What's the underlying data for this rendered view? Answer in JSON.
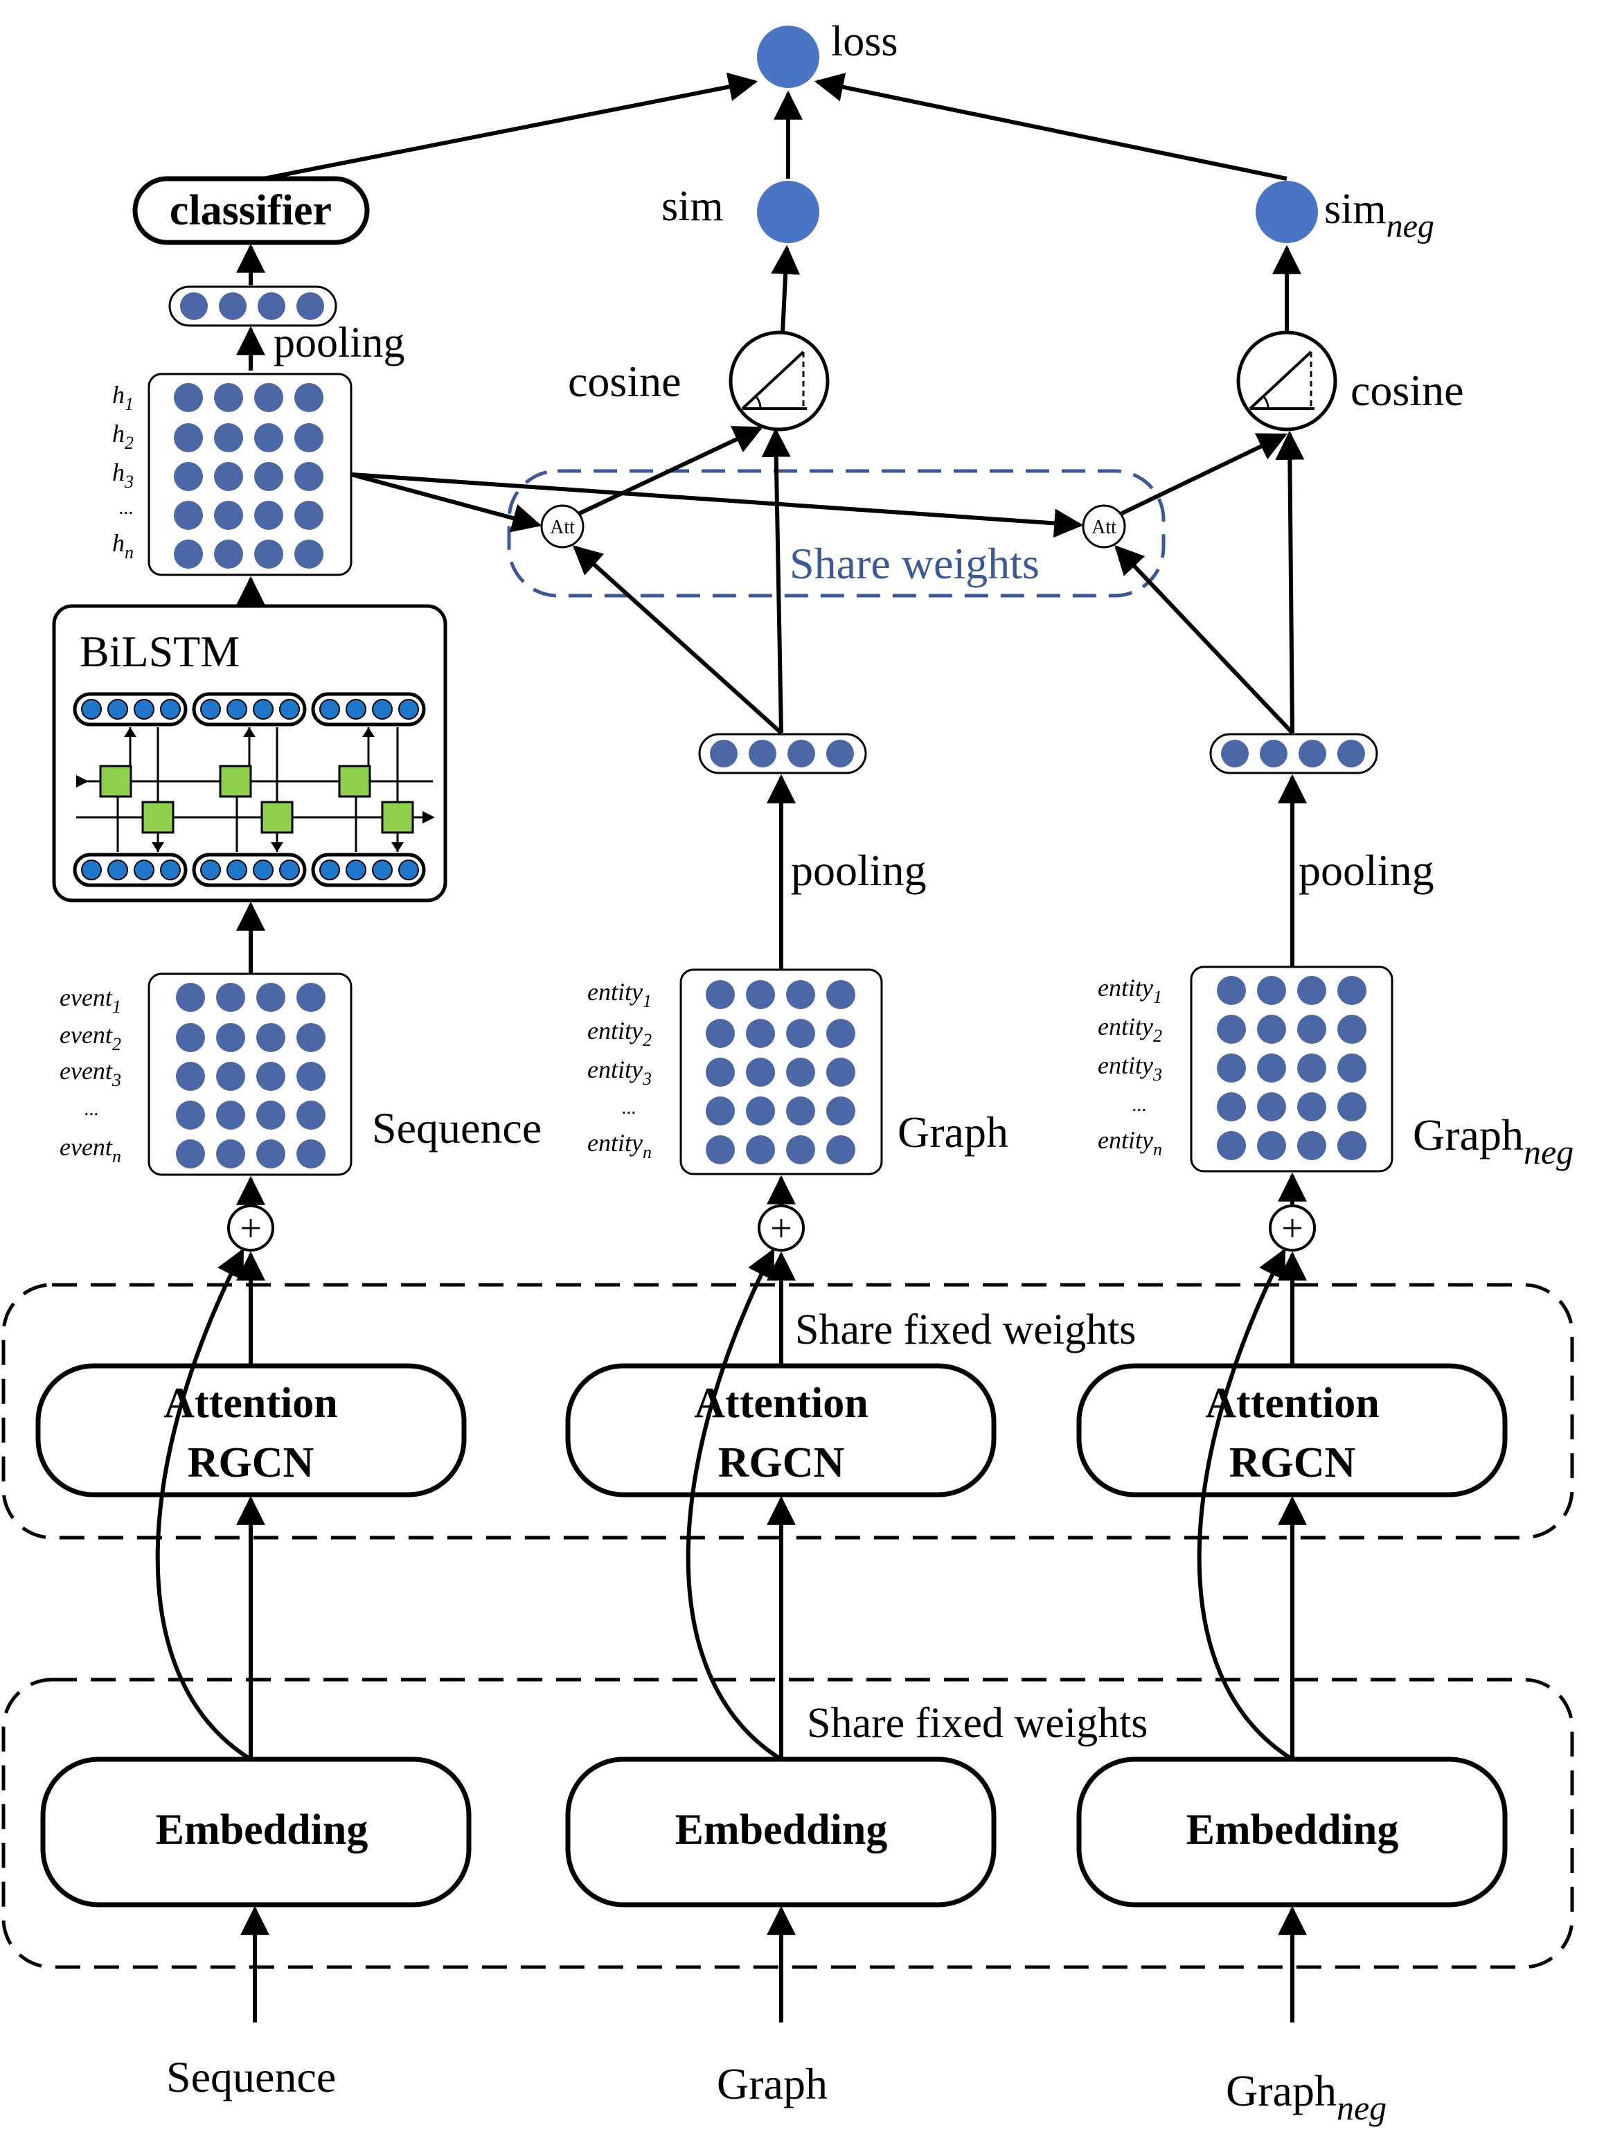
{
  "labels": {
    "loss": "loss",
    "sim": "sim",
    "sim_neg_base": "sim",
    "sim_neg_sub": "neg",
    "classifier": "classifier",
    "pooling_seq": "pooling",
    "pooling_graph": "pooling",
    "pooling_neg": "pooling",
    "cosine_graph": "cosine",
    "cosine_neg": "cosine",
    "att": "Att",
    "share_weights": "Share  weights",
    "bilstm": "BiLSTM",
    "sequence_side": "Sequence",
    "graph_side": "Graph",
    "graph_neg_side_base": "Graph",
    "graph_neg_side_sub": "neg",
    "share_fixed_1": "Share fixed weights",
    "share_fixed_2": "Share fixed weights",
    "attention": "Attention",
    "rgcn": "RGCN",
    "embedding": "Embedding",
    "input_sequence": "Sequence",
    "input_graph": "Graph",
    "input_graph_neg_base": "Graph",
    "input_graph_neg_sub": "neg",
    "plus": "+"
  },
  "hidden_rows": [
    {
      "base": "h",
      "sub": "1"
    },
    {
      "base": "h",
      "sub": "2"
    },
    {
      "base": "h",
      "sub": "3"
    },
    {
      "base": "...",
      "sub": ""
    },
    {
      "base": "h",
      "sub": "n"
    }
  ],
  "event_rows": [
    {
      "base": "event",
      "sub": "1"
    },
    {
      "base": "event",
      "sub": "2"
    },
    {
      "base": "event",
      "sub": "3"
    },
    {
      "base": "...",
      "sub": ""
    },
    {
      "base": "event",
      "sub": "n"
    }
  ],
  "entity_rows": [
    {
      "base": "entity",
      "sub": "1"
    },
    {
      "base": "entity",
      "sub": "2"
    },
    {
      "base": "entity",
      "sub": "3"
    },
    {
      "base": "...",
      "sub": ""
    },
    {
      "base": "entity",
      "sub": "n"
    }
  ],
  "colors": {
    "node_blue": "#4a74c4",
    "dot_blue": "#4b67a6",
    "lstm_dot": "#1f77c9",
    "lstm_cell": "#8ed04c",
    "share_blue": "#3b5998"
  }
}
